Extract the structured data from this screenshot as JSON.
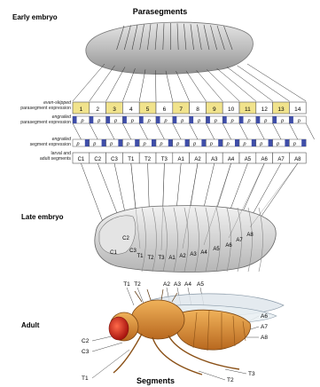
{
  "title": "Parasegments",
  "bottom_title": "Segments",
  "stages": {
    "early": "Early embryo",
    "late": "Late embryo",
    "adult": "Adult"
  },
  "row_labels": {
    "eve_line1": "even-skipped",
    "eve_line2": "parasegment expression",
    "engp_line1": "engrailed",
    "engp_line2": "parasegment expression",
    "engs_line1": "engrailed",
    "engs_line2": "segment expression",
    "seg_line1": "larval and",
    "seg_line2": "adult segments"
  },
  "parasegment_numbers": [
    "1",
    "2",
    "3",
    "4",
    "5",
    "6",
    "7",
    "8",
    "9",
    "10",
    "11",
    "12",
    "13",
    "14"
  ],
  "odd_parasegments_highlighted": [
    "1",
    "3",
    "5",
    "7",
    "9",
    "11",
    "13"
  ],
  "engrailed_letter": "p",
  "engrailed_segment_letter": "p",
  "segments": [
    "C1",
    "C2",
    "C3",
    "T1",
    "T2",
    "T3",
    "A1",
    "A2",
    "A3",
    "A4",
    "A5",
    "A6",
    "A7",
    "A8"
  ],
  "late_embryo_labels": [
    "C1",
    "C2",
    "C3",
    "T1",
    "T2",
    "T3",
    "A1",
    "A2",
    "A3",
    "A4",
    "A5",
    "A6",
    "A7",
    "A8"
  ],
  "adult_labels": {
    "top": [
      "T1",
      "T2",
      "A2",
      "A3",
      "A4",
      "A5"
    ],
    "right": [
      "A6",
      "A7",
      "A8"
    ],
    "left": [
      "C2",
      "C3",
      "T1"
    ],
    "bottom": [
      "T2",
      "T3"
    ]
  },
  "colors": {
    "highlight_yellow": "#f1e38c",
    "engrailed_blue": "#3f4ea8",
    "embryo_gray": "#c9c9c9",
    "fly_orange": "#d9903c",
    "fly_eye": "#d8261e"
  }
}
